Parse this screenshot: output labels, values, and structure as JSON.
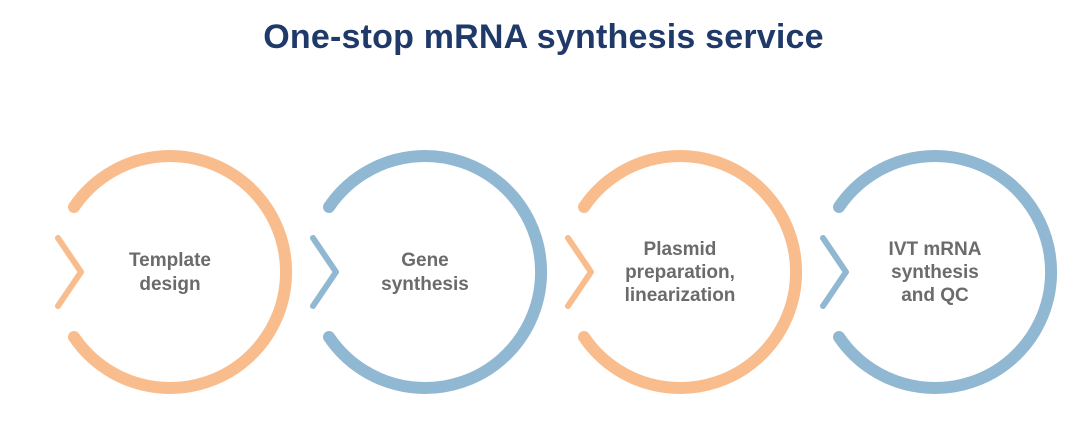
{
  "title": "One-stop mRNA synthesis service",
  "colors": {
    "title-color": "#1F3A68",
    "label-color": "#6B6B6B",
    "orange": "#F9BC8C",
    "blue": "#91B8D2",
    "bg-color": "#FFFFFF"
  },
  "stages": [
    {
      "label": "Template\ndesign",
      "color": "#F9BC8C",
      "color_name": "orange"
    },
    {
      "label": "Gene\nsynthesis",
      "color": "#91B8D2",
      "color_name": "blue"
    },
    {
      "label": "Plasmid\npreparation,\nlinearization",
      "color": "#F9BC8C",
      "color_name": "orange"
    },
    {
      "label": "IVT mRNA\nsynthesis\nand QC",
      "color": "#91B8D2",
      "color_name": "blue"
    }
  ]
}
